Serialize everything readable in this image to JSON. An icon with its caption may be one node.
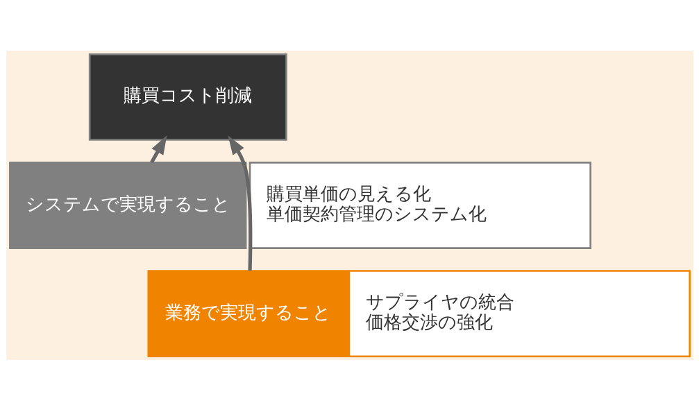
{
  "diagram": {
    "nodes": [
      {
        "text": [
          "購買コスト削減"
        ]
      },
      {
        "text": [
          "システムで実現すること"
        ]
      },
      {
        "text": [
          "購買単価の見える化",
          "単価契約管理のシステム化"
        ]
      },
      {
        "text": [
          "業務で実現すること"
        ]
      },
      {
        "text": [
          "サプライヤの統合",
          "価格交渉の強化"
        ]
      }
    ],
    "edges": [
      {
        "from": 1,
        "to": 0,
        "arrow": "to"
      },
      {
        "from": 3,
        "to": 0,
        "arrow": "to"
      }
    ]
  }
}
